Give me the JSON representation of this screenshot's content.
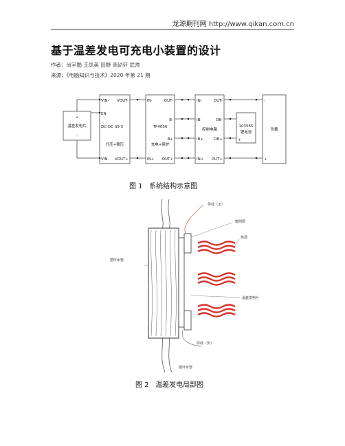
{
  "header": {
    "source": "龙源期刊网 http://www.qikan.com.cn"
  },
  "article": {
    "title": "基于温差发电可充电小装置的设计",
    "authors": "作者：尚宇鹏 王凤英 田野 高幼轩 武帅",
    "source": "来源：《电脑知识与技术》2020 年第 21 期"
  },
  "figure1": {
    "caption_label": "图 1",
    "caption_text": "系统结构示意图",
    "blocks": {
      "generator": {
        "plus": "+",
        "name": "温差发电片",
        "minus": "-"
      },
      "dcdc": {
        "vin_minus": "VIN-",
        "vout_minus": "VOUT-",
        "en": "EN",
        "model": "DC-DC S9-5",
        "function": "升压+稳压",
        "vin_plus": "VIN-",
        "vout_plus": "VOUT+"
      },
      "charger": {
        "in_minus": "IN-",
        "out_minus": "OUT-",
        "b_minus": "B-",
        "model": "TP4056",
        "b_plus": "B+",
        "function": "充电+保护",
        "in_plus": "IN+",
        "out_plus": "OUT+"
      },
      "control": {
        "in_minus": "IN-",
        "out_minus": "OUT-",
        "ib_minus": "IB-",
        "ob_minus": "OB-",
        "name": "控制电路",
        "ib_plus": "IB+",
        "ob_plus": "OB+",
        "in_plus": "IN+",
        "out_plus": "OUT+"
      },
      "battery": {
        "minus": "-",
        "model": "103565",
        "name": "锂电池",
        "plus": "+"
      },
      "load": {
        "minus": "-",
        "name": "负载",
        "plus": "+"
      }
    }
  },
  "figure2": {
    "caption_label": "图 2",
    "caption_text": "温差发电局部图",
    "labels": {
      "wire_pos": "导线（正）",
      "shell": "箱附层",
      "heat": "热源",
      "water_pipe_left": "循环水管",
      "module": "温差发电片",
      "wire_neg": "导线（负）",
      "water_pipe_bottom": "循环水管"
    },
    "colors": {
      "heat_wave": "#d8342c",
      "wire_pos": "#e06050"
    }
  }
}
